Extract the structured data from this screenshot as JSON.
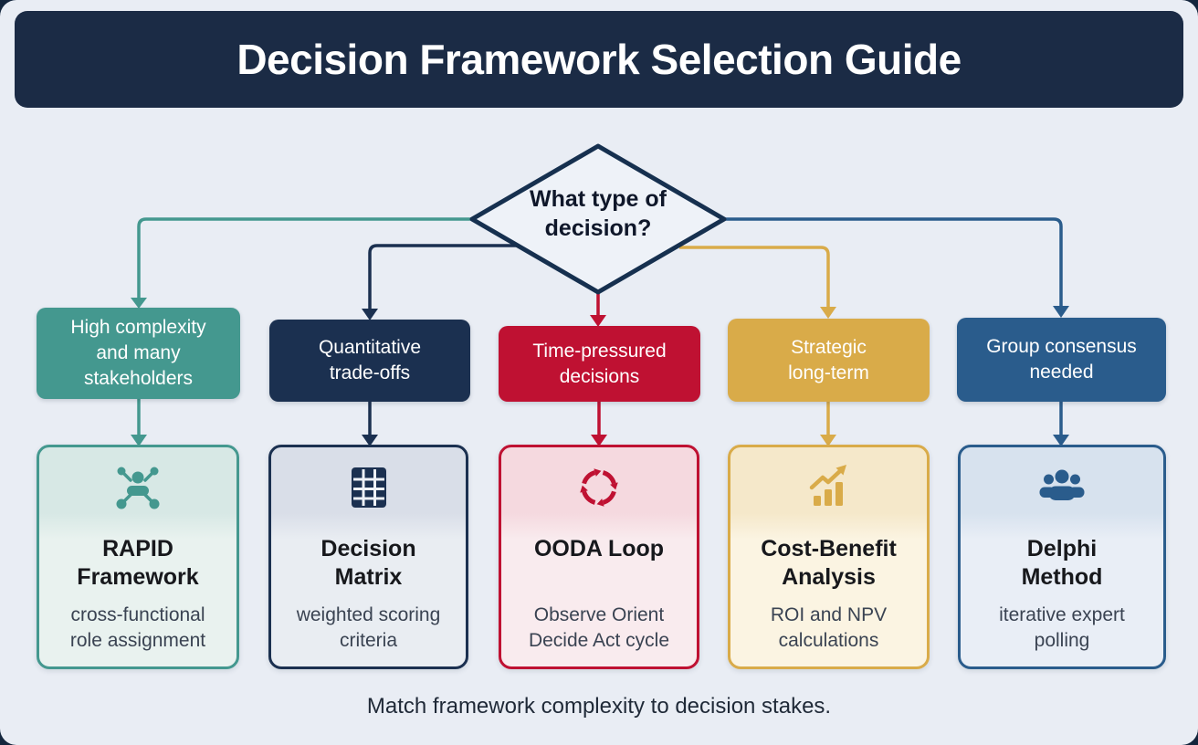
{
  "page": {
    "title": "Decision Framework Selection Guide",
    "footer": "Match framework complexity to decision stakes.",
    "colors": {
      "frame": "#14263d",
      "panel_bg": "#e9edf4",
      "header_bg": "#1b2b45",
      "header_text": "#ffffff",
      "diamond_border": "#16304f",
      "diamond_fill": "#eef2f8",
      "diamond_text": "#0f172a",
      "footer_text": "#1f2937",
      "card_title": "#17181c",
      "card_description": "#3a4352"
    }
  },
  "decision": {
    "question": "What type of decision?"
  },
  "branches": [
    {
      "condition": "High complexity and many stakeholders",
      "framework": "RAPID Framework",
      "description": "cross-functional role assignment",
      "icon": "delegation-network-icon",
      "color": "#44988f",
      "card_bg_top": "#d7e8e5",
      "card_bg_bottom": "#e9f2ef"
    },
    {
      "condition": "Quantitative trade-offs",
      "framework": "Decision Matrix",
      "description": "weighted scoring criteria",
      "icon": "matrix-grid-icon",
      "color": "#1b3050",
      "card_bg_top": "#d9dee8",
      "card_bg_bottom": "#e9edf2"
    },
    {
      "condition": "Time-pressured decisions",
      "framework": "OODA Loop",
      "description": "Observe Orient Decide Act cycle",
      "icon": "cycle-arrows-icon",
      "color": "#bf1132",
      "card_bg_top": "#f5d9df",
      "card_bg_bottom": "#f9ebee"
    },
    {
      "condition": "Strategic long-term",
      "framework": "Cost-Benefit Analysis",
      "description": "ROI and NPV calculations",
      "icon": "trend-chart-icon",
      "color": "#d9ab49",
      "card_bg_top": "#f5e8ca",
      "card_bg_bottom": "#fbf4e2"
    },
    {
      "condition": "Group consensus needed",
      "framework": "Delphi Method",
      "description": "iterative expert polling",
      "icon": "people-group-icon",
      "color": "#2a5c8c",
      "card_bg_top": "#d7e2ee",
      "card_bg_bottom": "#e9eef6"
    }
  ]
}
